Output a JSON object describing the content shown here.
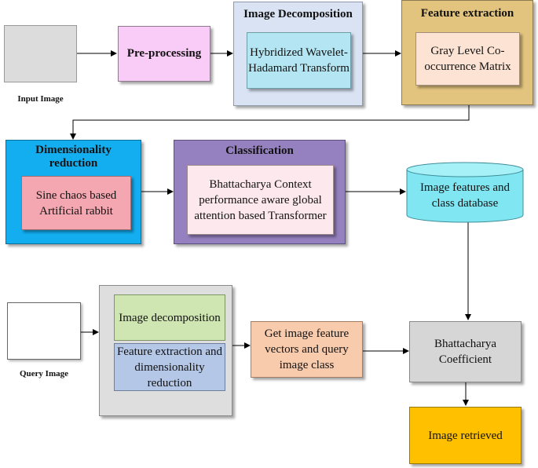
{
  "input_image": {
    "caption": "Input Image"
  },
  "query_image": {
    "caption": "Query Image"
  },
  "preprocessing": {
    "label": "Pre-processing"
  },
  "image_decomposition": {
    "title": "Image Decomposition",
    "inner": "Hybridized Wavelet-Hadamard Transform"
  },
  "feature_extraction": {
    "title": "Feature extraction",
    "inner": "Gray Level Co-occurrence Matrix"
  },
  "dimensionality_reduction": {
    "title": "Dimensionality reduction",
    "inner": "Sine chaos based Artificial rabbit"
  },
  "classification": {
    "title": "Classification",
    "inner": "Bhattacharya Context performance aware global attention based Transformer"
  },
  "database": {
    "label": "Image features and class database"
  },
  "query_process": {
    "decomposition": "Image decomposition",
    "extraction": "Feature extraction and dimensionality reduction"
  },
  "feature_vectors": {
    "label": "Get image feature vectors and query image class"
  },
  "bhattacharya_coefficient": {
    "label": "Bhattacharya Coefficient"
  },
  "image_retrieved": {
    "label": "Image retrieved"
  },
  "colors": {
    "preprocessing": "#f9ccf7",
    "decomposition_outer": "#dae3f3",
    "decomposition_inner": "#b3e6f2",
    "feature_outer": "#e2c47e",
    "feature_inner": "#fce3d3",
    "dimred_outer": "#13aef0",
    "dimred_inner": "#f4a7b1",
    "class_outer": "#9581bf",
    "class_inner": "#fde8ee",
    "database": "#7fe6f2",
    "query_outer": "#dedede",
    "query_green": "#cfe5b2",
    "query_blue": "#b4c7e7",
    "vectors": "#f8cbad",
    "coefficient": "#d6d6d6",
    "retrieved": "#ffc000"
  }
}
